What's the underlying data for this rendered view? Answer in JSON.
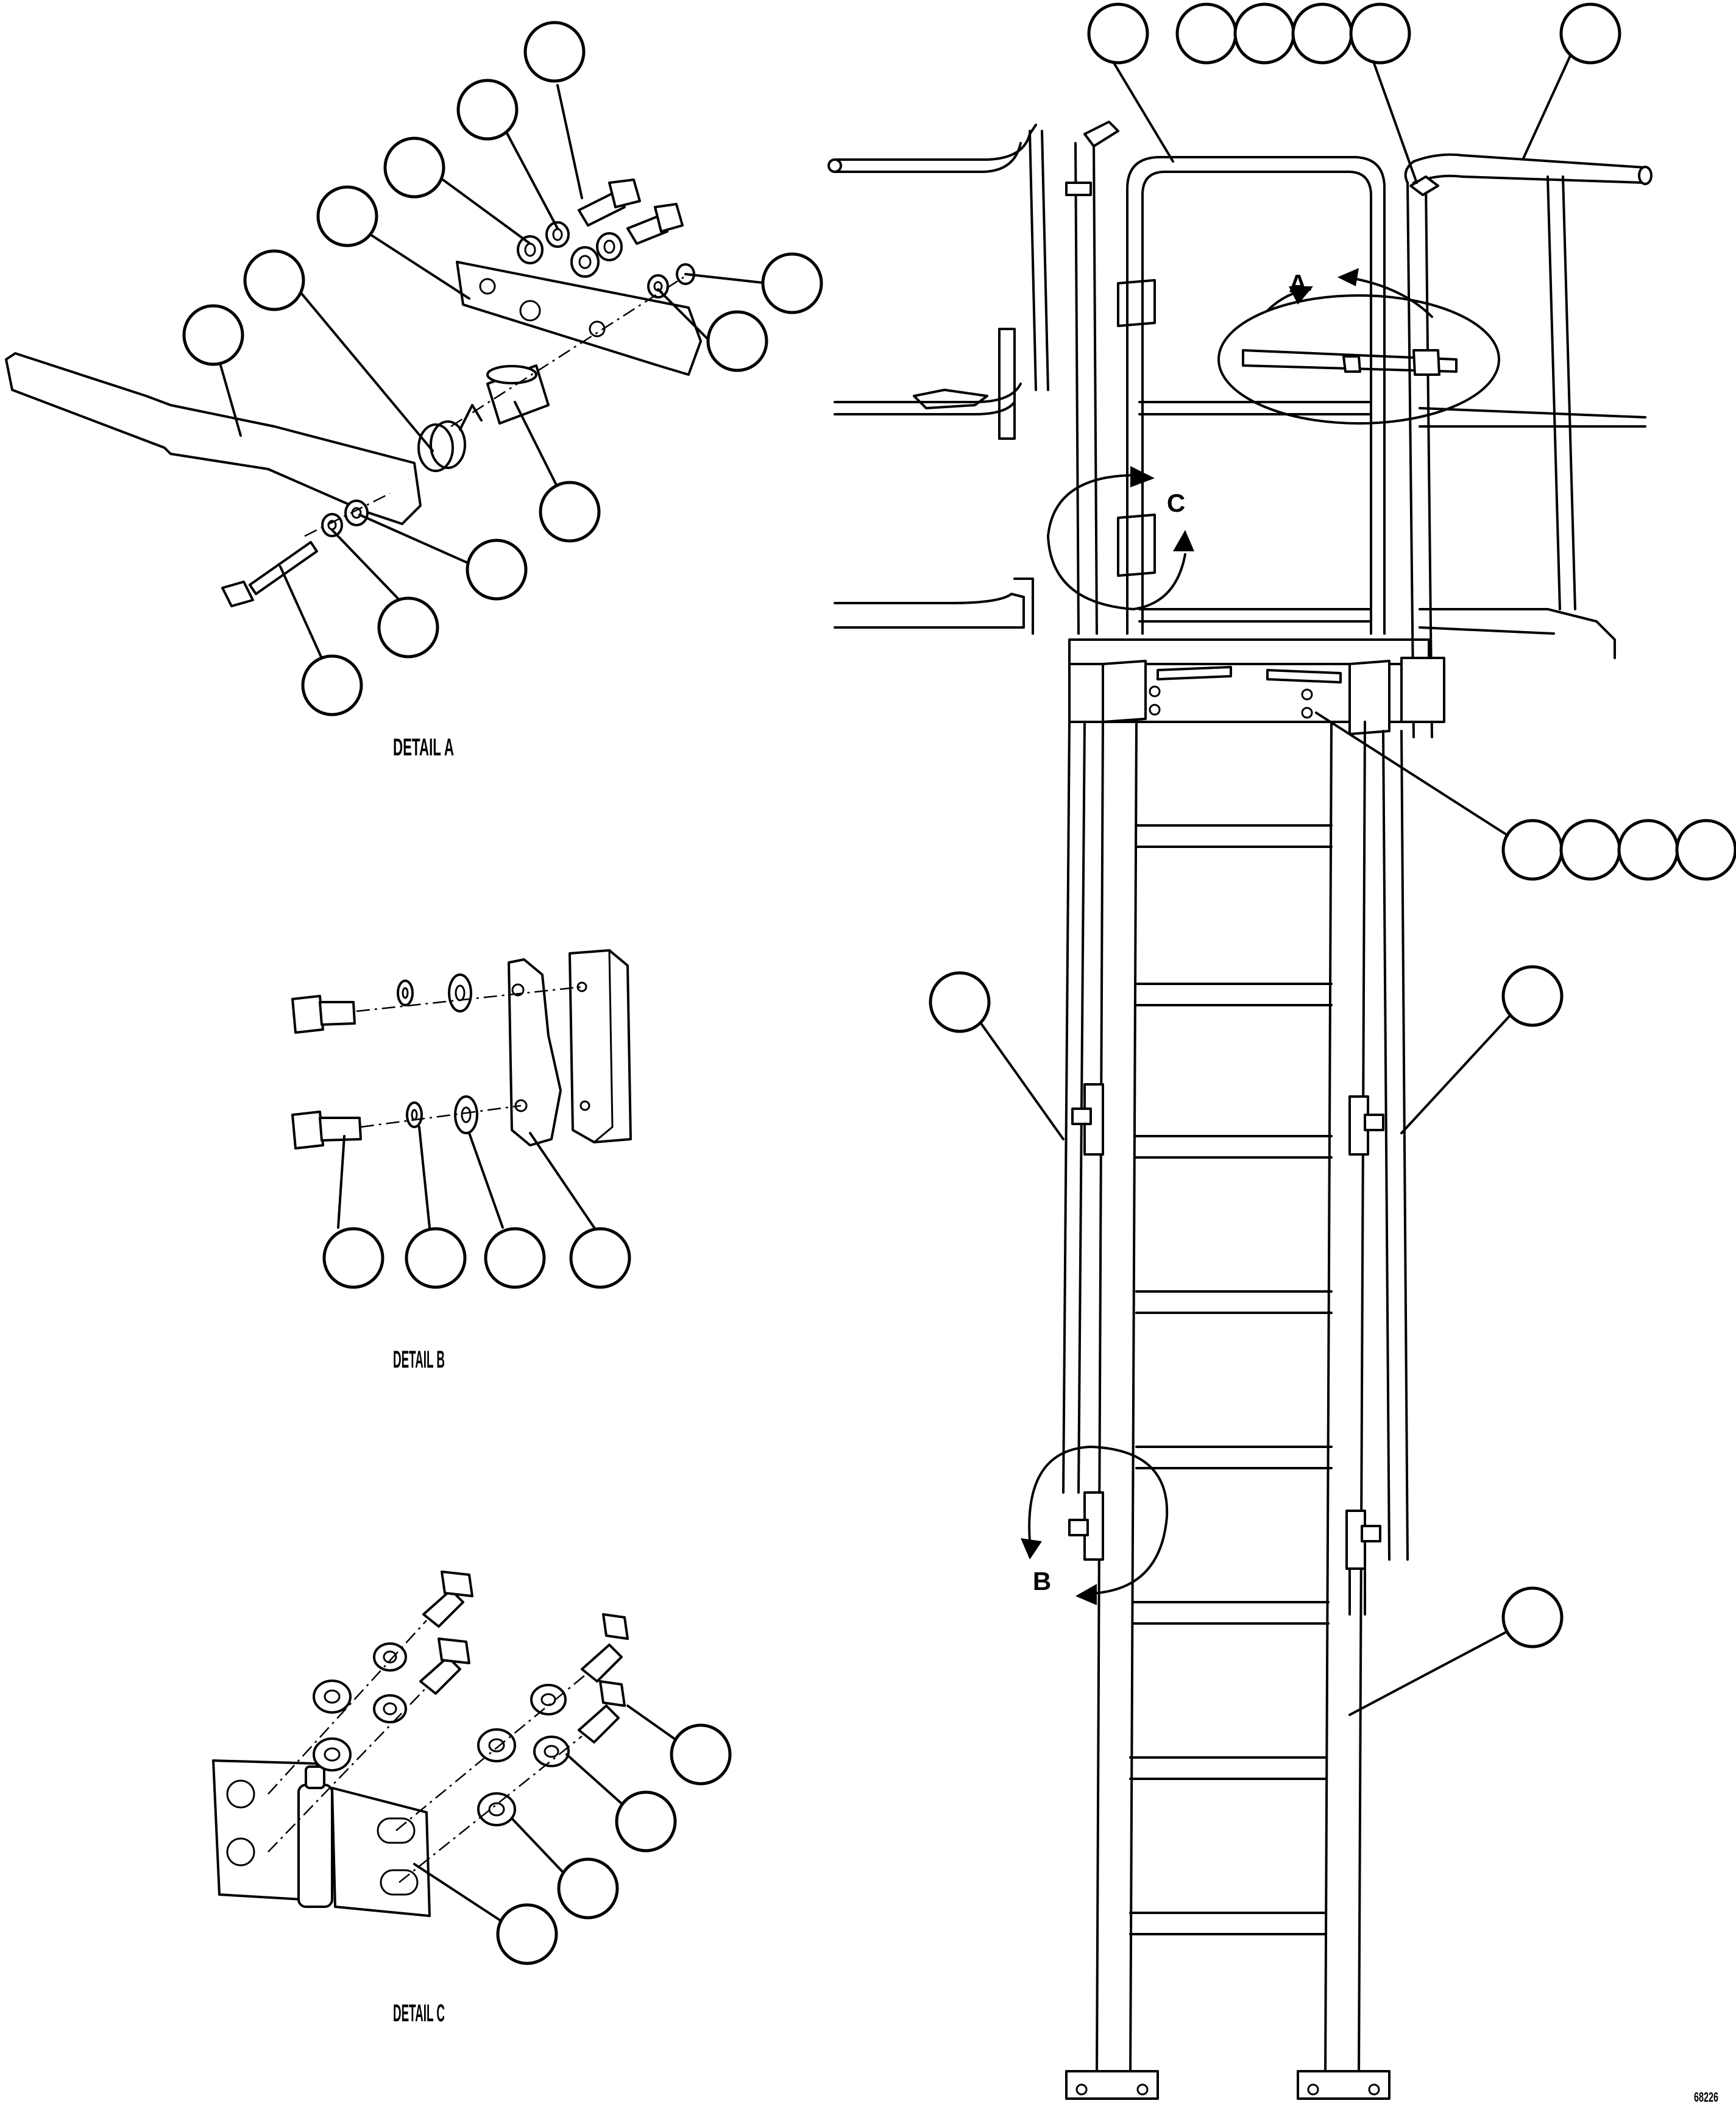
{
  "detail_labels": {
    "detail_a": "DETAIL A",
    "detail_b": "DETAIL B",
    "detail_c": "DETAIL C"
  },
  "view_markers": {
    "a": "A",
    "b": "B",
    "c": "C"
  },
  "figure_id": "68226"
}
